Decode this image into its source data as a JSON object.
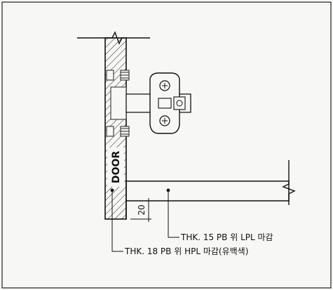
{
  "door_label": "DOOR",
  "dimension": "20",
  "callouts": {
    "shelf": "THK. 15 PB 위 LPL 마감",
    "door": "THK. 18 PB 위 HPL 마감(유백색)"
  },
  "colors": {
    "ink": "#111111",
    "paper": "#f7f7f5"
  }
}
